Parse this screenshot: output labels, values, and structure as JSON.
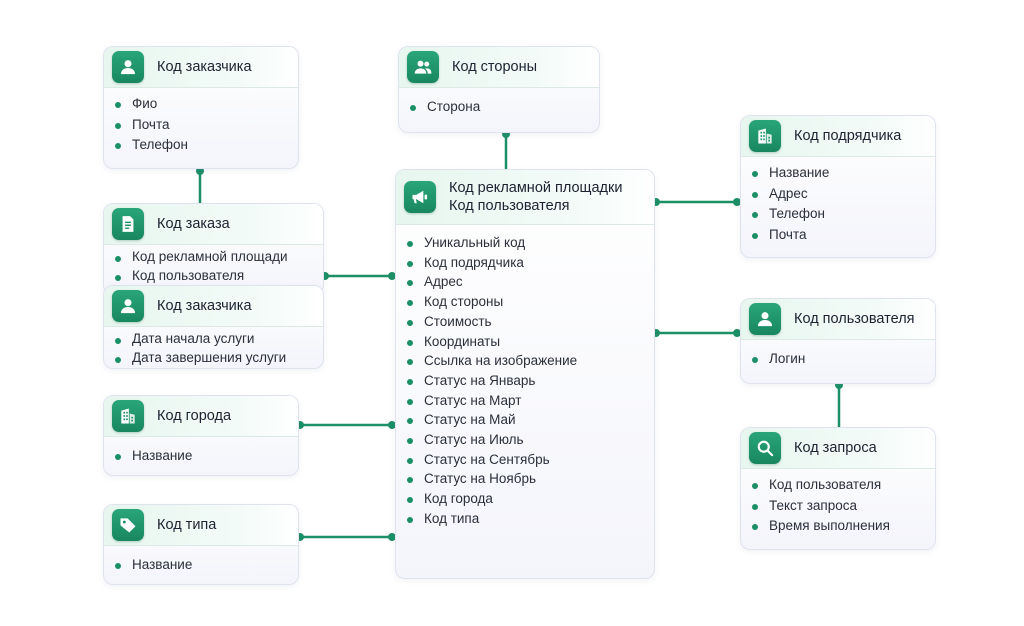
{
  "accent_color": "#1b8f66",
  "entities": {
    "customer": {
      "icon": "user-icon",
      "title": "Код заказчика",
      "items": [
        "Фио",
        "Почта",
        "Телефон"
      ]
    },
    "party": {
      "icon": "users-icon",
      "title": "Код стороны",
      "items": [
        "Сторона"
      ]
    },
    "contractor": {
      "icon": "building-icon",
      "title": "Код подрядчика",
      "items": [
        "Название",
        "Адрес",
        "Телефон",
        "Почта"
      ]
    },
    "order": {
      "icon": "document-icon",
      "title": "Код заказа",
      "items": [
        "Код рекламной площади",
        "Код пользователя"
      ]
    },
    "customer2": {
      "icon": "user-icon",
      "title": "Код заказчика",
      "items": [
        "Дата начала услуги",
        "Дата завершения услуги"
      ]
    },
    "ad_site": {
      "icon": "megaphone-icon",
      "title": "Код рекламной площадки",
      "subtitle": "Код пользователя",
      "items": [
        "Уникальный код",
        "Код подрядчика",
        "Адрес",
        "Код стороны",
        "Стоимость",
        "Координаты",
        "Ссылка на изображение",
        "Статус на Январь",
        "Статус на Март",
        "Статус на Май",
        "Статус на Июль",
        "Статус на Сентябрь",
        "Статус на Ноябрь",
        "Код города",
        "Код типа"
      ]
    },
    "user": {
      "icon": "user-icon",
      "title": "Код пользователя",
      "items": [
        "Логин"
      ]
    },
    "city": {
      "icon": "building-icon",
      "title": "Код города",
      "items": [
        "Название"
      ]
    },
    "query": {
      "icon": "search-icon",
      "title": "Код запроса",
      "items": [
        "Код пользователя",
        "Текст запроса",
        "Время выполнения"
      ]
    },
    "type": {
      "icon": "tag-icon",
      "title": "Код типа",
      "items": [
        "Название"
      ]
    }
  }
}
